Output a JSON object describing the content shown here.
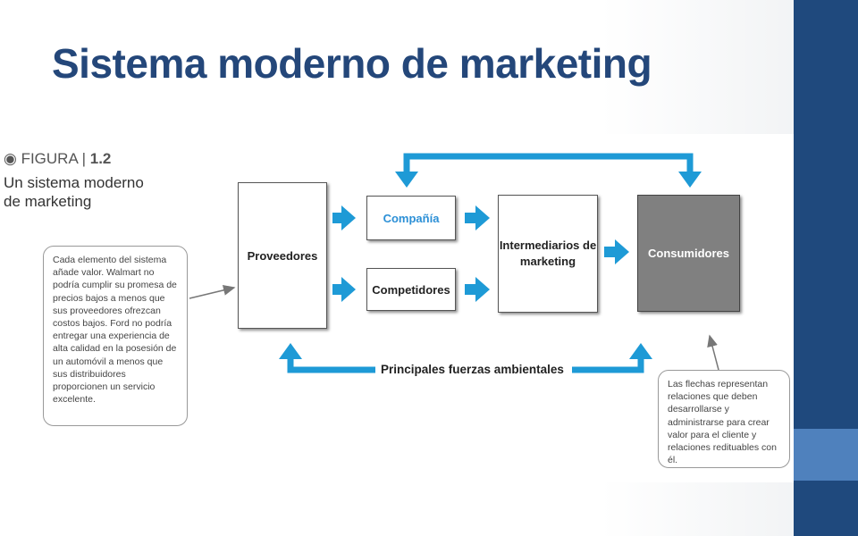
{
  "slide": {
    "title": "Sistema moderno de marketing"
  },
  "figure": {
    "label_prefix": "FIGURA",
    "label_number": "1.2",
    "subtitle": "Un sistema moderno de marketing"
  },
  "diagram": {
    "nodes": {
      "proveedores": "Proveedores",
      "compania": "Compañía",
      "competidores": "Competidores",
      "intermediarios": "Intermediarios de marketing",
      "consumidores": "Consumidores"
    },
    "environment_label": "Principales fuerzas ambientales",
    "note_left": "Cada elemento del sistema añade valor. Walmart no podría cumplir su promesa de precios bajos a menos que sus proveedores ofrezcan costos bajos. Ford no podría entregar una experiencia de alta calidad en la posesión de un automóvil a menos que sus distribuidores proporcionen un servicio excelente.",
    "note_right": "Las flechas representan relaciones que deben desarrollarse y administrarse para crear valor para el cliente y relaciones redituables con él."
  },
  "colors": {
    "title": "#24477a",
    "sidebar": "#1f497d",
    "sidebar_accent": "#4f81bd",
    "arrow": "#1e9ad6",
    "company_text": "#2b8fd6",
    "consumer_box": "#808080"
  },
  "icons": {
    "figure_marker": "radio-bullet-icon"
  }
}
